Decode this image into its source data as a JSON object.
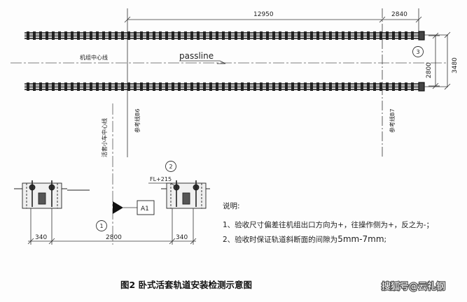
{
  "dimensions": {
    "top_long": "12950",
    "top_short": "2840",
    "right_inner": "2800",
    "right_outer": "3480",
    "bottom_left": "340",
    "bottom_mid": "2800",
    "bottom_right": "340",
    "fl_label": "FL+215"
  },
  "labels": {
    "unit_centerline": "机组中心线",
    "passline": "passline",
    "ref_b6": "参考线B6",
    "ref_b7": "参考线B7",
    "carriage_centerline": "活套小车中心线",
    "marker_a1": "A1",
    "callout_1": "1",
    "callout_2": "2",
    "callout_3": "3"
  },
  "notes": {
    "heading": "说明:",
    "line1": "1、验收尺寸偏差往机组出口方向为+，往操作侧为+，反之为-；",
    "line2_prefix": "2、验收时保证轨道斜断面的间隙为",
    "line2_value": "5mm-7mm",
    "line2_suffix": ";"
  },
  "caption": "图2  卧式活套轨道安装检测示意图",
  "watermark": "搜狐号@云礼钢"
}
